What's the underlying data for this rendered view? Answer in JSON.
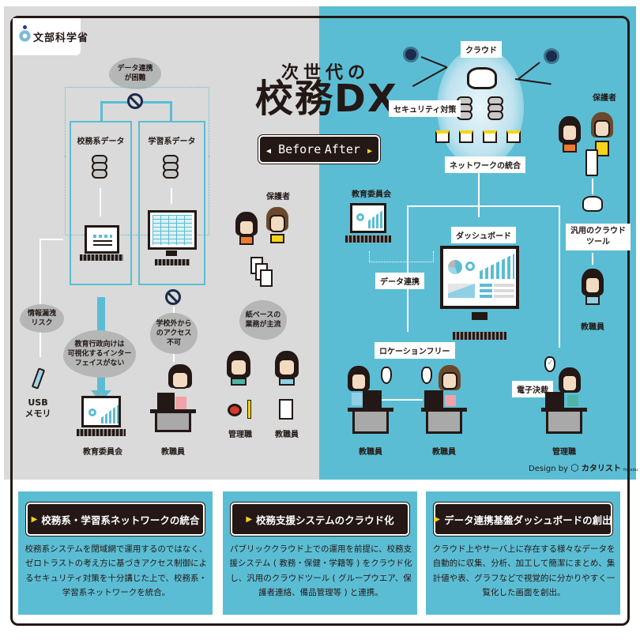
{
  "ministry": {
    "name": "文部科学省",
    "icon": "ministry-emblem-icon"
  },
  "title": {
    "small": "次世代の",
    "big": "校務DX"
  },
  "before_after": {
    "before": "Before",
    "after": "After"
  },
  "before": {
    "bubble_top": "データ連携\nが困難",
    "box1_title": "校務系データ",
    "box2_title": "学習系データ",
    "bubble_leak": "情報漏洩\nリスク",
    "usb_label": "USB\nメモリ",
    "bubble_interface": "教育行政向けは\n可視化するインター\nフェイスがない",
    "board_label": "教育委員会",
    "bubble_access": "学校外から\nのアクセス\n不可",
    "teacher_label": "教職員",
    "guardians_label": "保護者",
    "bubble_paper": "紙ベースの\n業務が主流",
    "manager_label": "管理職",
    "staff_label": "教職員"
  },
  "after": {
    "cloud_label": "クラウド",
    "security_label": "セキュリティ対策",
    "network_label": "ネットワークの統合",
    "guardians_label": "保護者",
    "board_label": "教育委員会",
    "dashboard_label": "ダッシュボード",
    "data_link_label": "データ連携",
    "cloud_tool_label": "汎用のクラウド\nツール",
    "staff_right_label": "教職員",
    "location_free_label": "ロケーションフリー",
    "e_approval_label": "電子決裁",
    "staff1_label": "教職員",
    "staff2_label": "教職員",
    "manager_label": "管理職"
  },
  "credit": {
    "prefix": "Design by",
    "brand": "カタリスト",
    "suffix": "for edu"
  },
  "cards": [
    {
      "title": "校務系・学習系ネットワークの統合",
      "body": "校務系システムを閉域網で運用するのではなく、ゼロトラストの考え方に基づきアクセス制御によるセキュリティ対策を十分講じた上で、校務系・学習系ネットワークを統合。"
    },
    {
      "title": "校務支援システムのクラウド化",
      "body": "パブリッククラウド上での運用を前提に、校務支援システム ( 教務・保健・学籍等 ) をクラウド化し、汎用のクラウドツール ( グループウエア、保護者連絡、備品管理等 ) と連携。"
    },
    {
      "title": "データ連携基盤ダッシュボードの創出",
      "body": "クラウド上やサーバ上に存在する様々なデータを自動的に収集、分析、加工して簡潔にまとめ、集計値や表、グラフなどで視覚的に分かりやすく一覧化した画面を創出。"
    }
  ],
  "colors": {
    "teal": "#5bbdd4",
    "gray": "#d9dad9",
    "dark": "#231815",
    "yellow": "#f6d41b",
    "navy": "#1b2b4b"
  }
}
